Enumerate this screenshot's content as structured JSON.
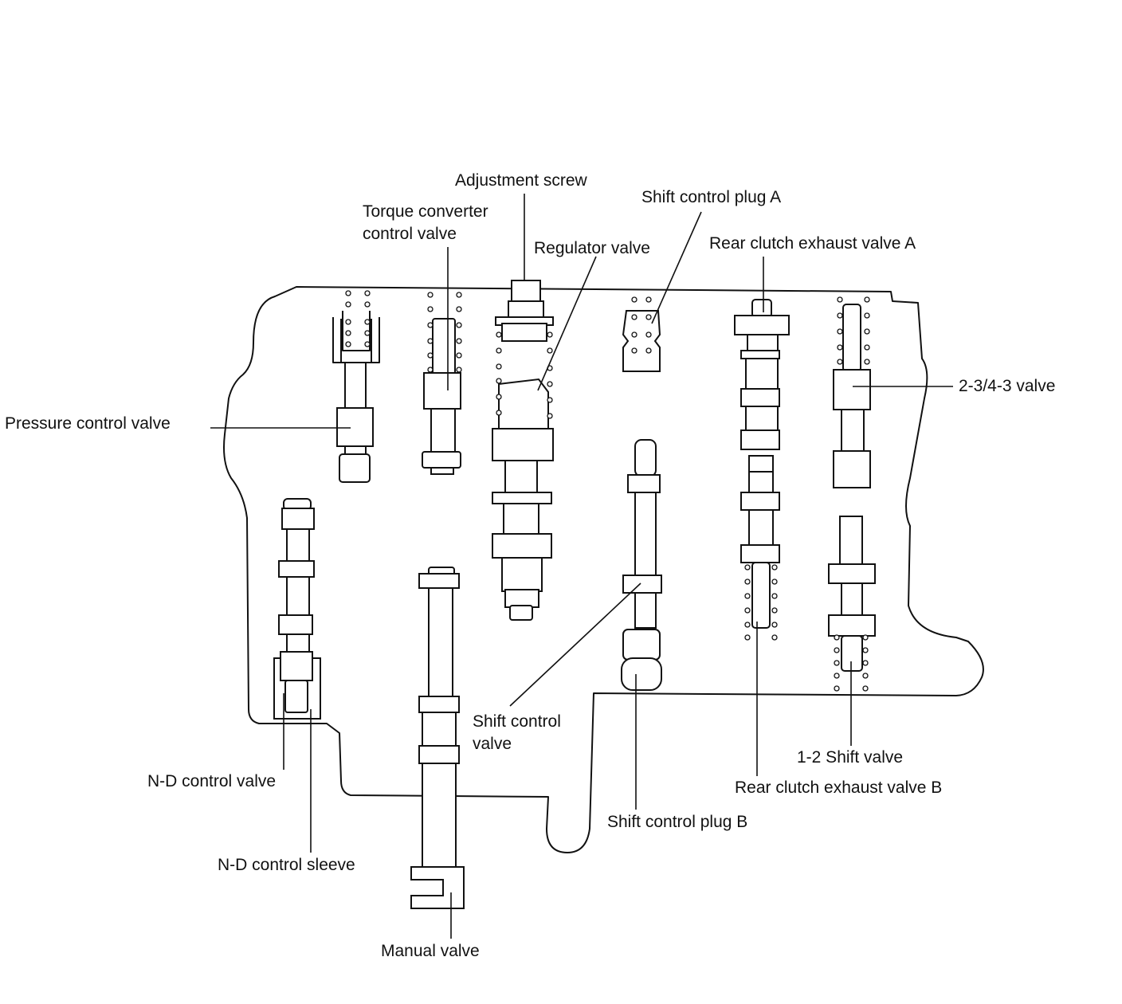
{
  "labels": {
    "adjustment_screw": "Adjustment screw",
    "torque_converter_control_valve": "Torque converter control valve",
    "regulator_valve": "Regulator valve",
    "shift_control_plug_a": "Shift control plug A",
    "rear_clutch_exhaust_valve_a": "Rear clutch exhaust valve A",
    "valve_2_3_4_3": "2-3/4-3 valve",
    "pressure_control_valve": "Pressure control valve",
    "shift_control_valve": "Shift control valve",
    "n_d_control_valve": "N-D control valve",
    "n_d_control_sleeve": "N-D control sleeve",
    "manual_valve": "Manual valve",
    "shift_control_plug_b": "Shift control plug B",
    "shift_valve_1_2": "1-2 Shift valve",
    "rear_clutch_exhaust_valve_b": "Rear clutch exhaust valve B"
  }
}
